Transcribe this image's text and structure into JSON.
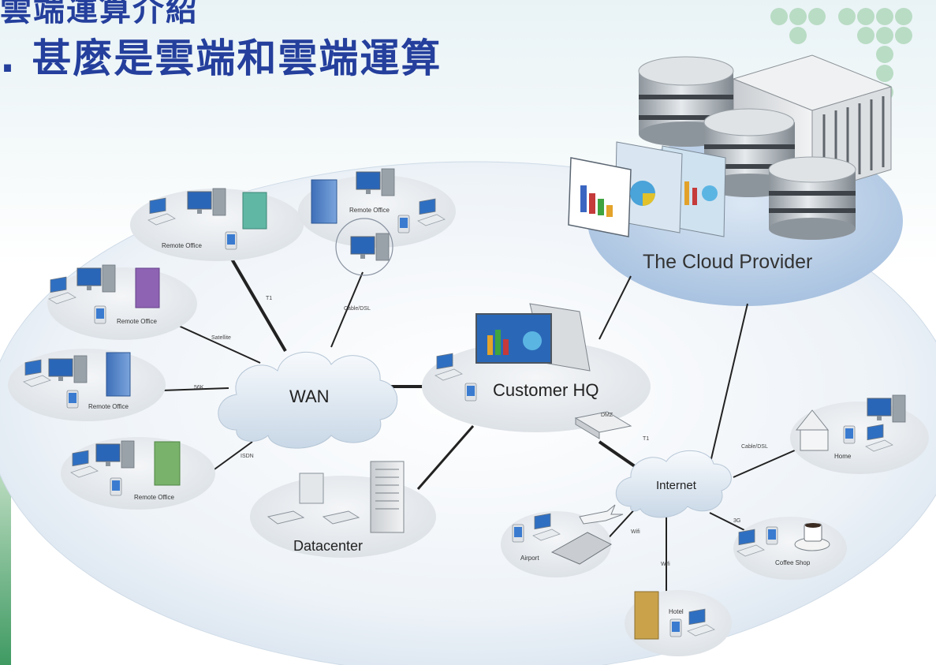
{
  "title": {
    "line1": "雲端運算介紹",
    "line2": ". 甚麼是雲端和雲端運算"
  },
  "diagram": {
    "cloud_provider": "The Cloud Provider",
    "wan": "WAN",
    "internet": "Internet",
    "customer_hq": "Customer HQ",
    "datacenter": "Datacenter",
    "remote_office": "Remote Office",
    "home": "Home",
    "airport": "Airport",
    "coffee_shop": "Coffee Shop",
    "hotel": "Hotel",
    "dmz": "DMZ",
    "links": {
      "t1_a": "T1",
      "cable_dsl_a": "Cable/DSL",
      "satellite": "Satellite",
      "56k": "56K",
      "isdn": "ISDN",
      "t1_b": "T1",
      "cable_dsl_b": "Cable/DSL",
      "3g": "3G",
      "wifi_airport": "Wifi",
      "wifi_hotel": "Wifi"
    }
  },
  "colors": {
    "title": "#243f9c",
    "provider_ellipse": "#b8cde6",
    "network_ellipse": "#dce8f3",
    "cloud_fill": "#dde7f1"
  }
}
